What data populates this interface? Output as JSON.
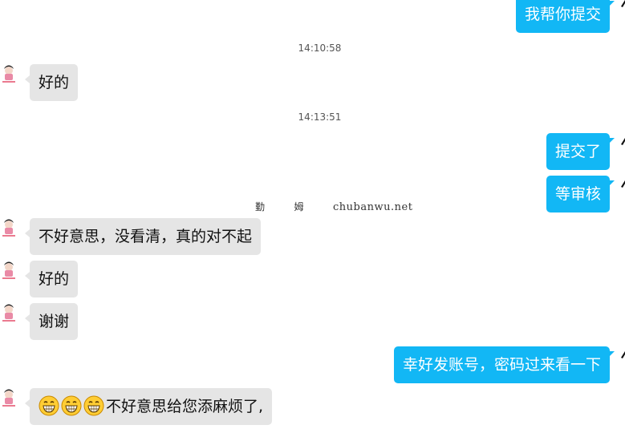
{
  "messages": [
    {
      "side": "out",
      "text": "我帮你提交"
    },
    {
      "side": "time",
      "text": "14:10:58"
    },
    {
      "side": "in",
      "text": "好的"
    },
    {
      "side": "time",
      "text": "14:13:51"
    },
    {
      "side": "out",
      "text": "提交了"
    },
    {
      "side": "out",
      "text": "等审核"
    },
    {
      "side": "in",
      "text": "不好意思，没看清，真的对不起"
    },
    {
      "side": "in",
      "text": "好的"
    },
    {
      "side": "in",
      "text": "谢谢"
    },
    {
      "side": "out",
      "text": "幸好发账号，密码过来看一下"
    },
    {
      "side": "in",
      "text": "不好意思给您添麻烦了,",
      "emoji": [
        "grin-icon",
        "grin-icon",
        "grin-icon"
      ]
    }
  ],
  "watermark": {
    "cjk1": "勤",
    "cjk2": "姆",
    "site": "chubanwu.net"
  },
  "colors": {
    "incoming_bubble": "#e5e5e5",
    "outgoing_bubble": "#12b7f5",
    "timestamp": "#555555"
  }
}
